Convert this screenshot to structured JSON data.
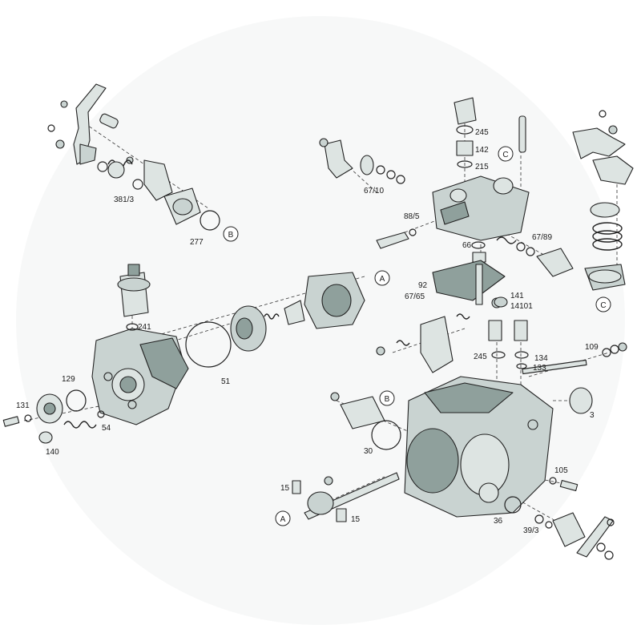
{
  "labels": {
    "l381_3": "381/3",
    "l277": "277",
    "lB_top": "B",
    "l245_top": "245",
    "l142": "142",
    "l215": "215",
    "lC_mid": "C",
    "l67_10": "67/10",
    "l88_5": "88/5",
    "l66": "66",
    "l67_89": "67/89",
    "lC_right": "C",
    "lA_top": "A",
    "l241": "241",
    "l92": "92",
    "l67_65": "67/65",
    "l141": "141",
    "l14101": "14101",
    "l51": "51",
    "l129": "129",
    "l131": "131",
    "l54": "54",
    "l140": "140",
    "l245_low": "245",
    "l134": "134",
    "l133": "133",
    "l109": "109",
    "lB_low": "B",
    "l3": "3",
    "l30": "30",
    "l105": "105",
    "l15_a": "15",
    "l15_b": "15",
    "lA_low": "A",
    "l36": "36",
    "l39_3": "39/3"
  }
}
